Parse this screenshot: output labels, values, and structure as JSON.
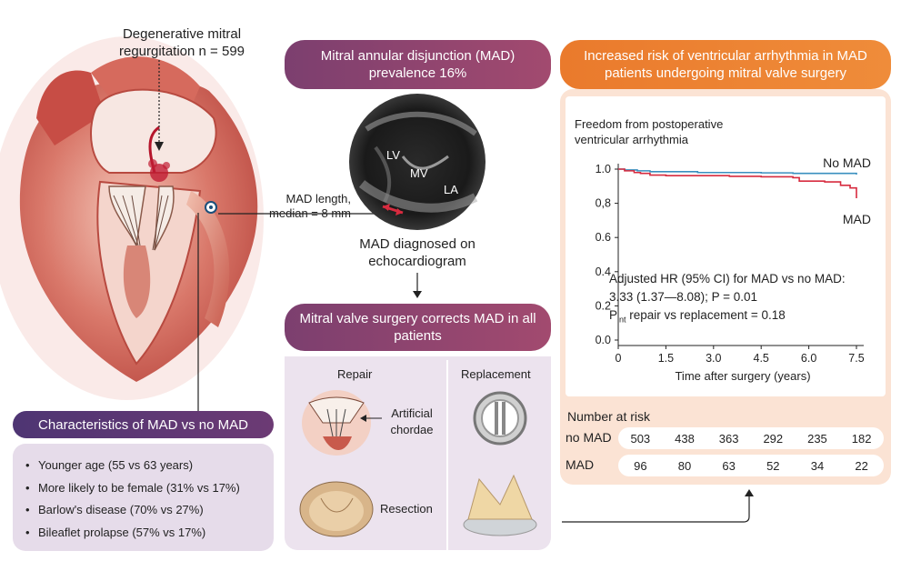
{
  "heart": {
    "caption": "Degenerative mitral regurgitation n = 599",
    "mad_length": "MAD length, median = 8 mm"
  },
  "prevalence": {
    "title": "Mitral annular disjunction (MAD) prevalence 16%"
  },
  "echo": {
    "labels": [
      "LV",
      "MV",
      "LA"
    ],
    "caption": "MAD diagnosed on echocardiogram"
  },
  "surgery": {
    "title": "Mitral valve surgery corrects MAD in all patients",
    "repair_label": "Repair",
    "replacement_label": "Replacement",
    "artificial_chordae": "Artificial chordae",
    "resection": "Resection"
  },
  "characteristics": {
    "title": "Characteristics of MAD vs no MAD",
    "items": [
      "Younger age (55 vs 63 years)",
      "More likely to be female (31% vs 17%)",
      "Barlow's disease (70% vs 27%)",
      "Bileaflet prolapse (57% vs 17%)"
    ]
  },
  "risk": {
    "title": "Increased risk of ventricular arrhythmia in MAD patients undergoing mitral valve surgery",
    "plot_title": "Freedom from postoperative ventricular arrhythmia",
    "stats_line1": "Adjusted HR (95% CI) for MAD vs no MAD:",
    "stats_line2": "3.33 (1.37—8.08); P = 0.01",
    "stats_line3_pre": "P",
    "stats_line3_sub": "int",
    "stats_line3_post": " repair vs replacement = 0.18",
    "number_at_risk_label": "Number at risk",
    "rows": [
      {
        "label": "no MAD",
        "values": [
          503,
          438,
          363,
          292,
          235,
          182
        ]
      },
      {
        "label": "MAD",
        "values": [
          96,
          80,
          63,
          52,
          34,
          22
        ]
      }
    ]
  },
  "colors": {
    "purple": "#7c3f6f",
    "orange": "#ea7a2c",
    "no_mad": "#3a8fbf",
    "mad": "#d72b3f"
  },
  "chart_data": {
    "type": "line",
    "title": "Freedom from postoperative ventricular arrhythmia",
    "xlabel": "Time after surgery (years)",
    "ylabel": "",
    "xlim": [
      0,
      7.5
    ],
    "ylim": [
      0,
      1.0
    ],
    "x_ticks": [
      "0",
      "1.5",
      "3.0",
      "4.5",
      "6.0",
      "7.5"
    ],
    "y_ticks": [
      "1.0",
      "0,8",
      "0.6",
      "0.4",
      "0.2",
      "0.0"
    ],
    "series": [
      {
        "name": "No MAD",
        "x": [
          0,
          0.2,
          0.6,
          1.0,
          1.5,
          2.5,
          3.5,
          4.5,
          5.5,
          6.5,
          7.2,
          7.5
        ],
        "y": [
          1.0,
          0.995,
          0.99,
          0.985,
          0.985,
          0.98,
          0.98,
          0.978,
          0.975,
          0.975,
          0.975,
          0.968
        ]
      },
      {
        "name": "MAD",
        "x": [
          0,
          0.2,
          0.5,
          0.7,
          1.0,
          1.5,
          2.5,
          3.5,
          4.5,
          5.5,
          5.7,
          6.5,
          7.0,
          7.3,
          7.5,
          7.5
        ],
        "y": [
          1.0,
          0.99,
          0.98,
          0.975,
          0.965,
          0.962,
          0.962,
          0.958,
          0.955,
          0.95,
          0.93,
          0.925,
          0.905,
          0.89,
          0.875,
          0.83
        ]
      }
    ],
    "legend_placement": "inline-right"
  }
}
